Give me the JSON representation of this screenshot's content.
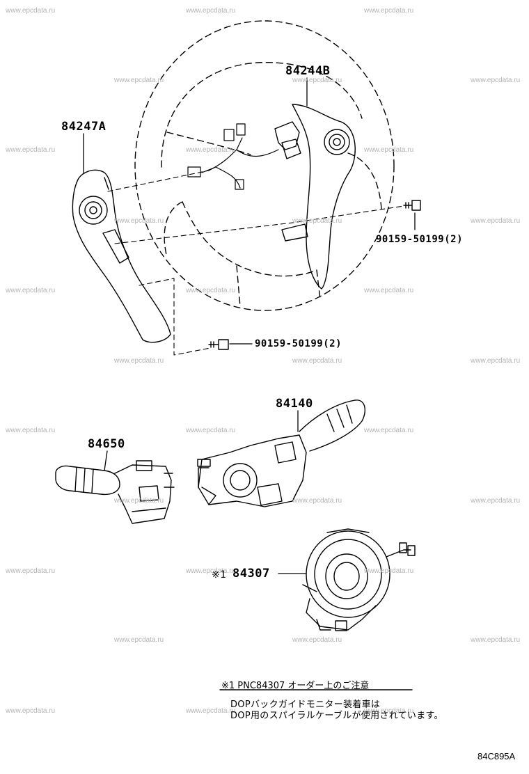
{
  "watermark": "www.epcdata.ru",
  "parts": {
    "horn_pad_right": "84244B",
    "horn_pad_left": "84247A",
    "screw_right": "90159-50199(2)",
    "screw_lower": "90159-50199(2)",
    "turn_switch": "84140",
    "wiper_switch": "84650",
    "spiral_cable": "84307",
    "spiral_cable_marker": "※1"
  },
  "note": {
    "title": "※1 PNC84307 オーダー上のご注意",
    "line1": "DOPバックガイドモニター装着車は",
    "line2": "DOP用のスパイラルケーブルが使用されています。"
  },
  "illustration_code": "84C895A"
}
